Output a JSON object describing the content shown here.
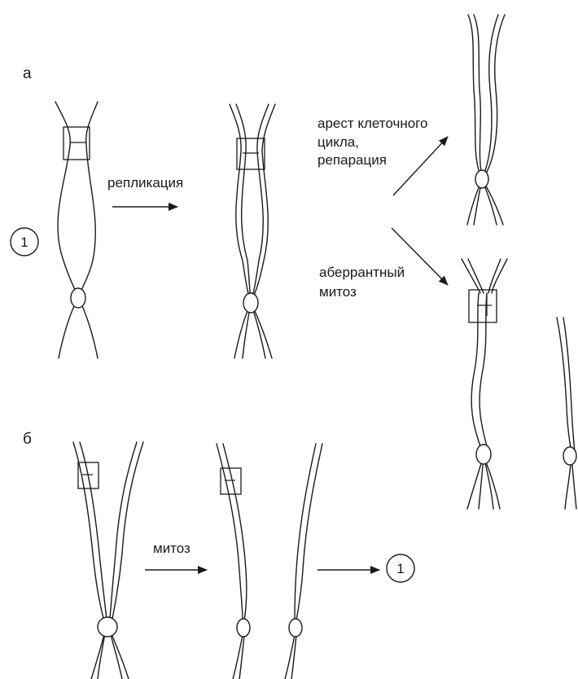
{
  "panels": {
    "a": {
      "label": "а"
    },
    "b": {
      "label": "б"
    }
  },
  "labels": {
    "replication": "репликация",
    "arrest_line1": "арест клеточного",
    "arrest_line2": "цикла,",
    "arrest_line3": "репарация",
    "aberrant_line1": "аберрантный",
    "aberrant_line2": "митоз",
    "mitosis": "митоз"
  },
  "markers": {
    "circle_a": "1",
    "circle_b": "1"
  },
  "colors": {
    "ink": "#1a1a1a",
    "background": "#ffffff"
  }
}
